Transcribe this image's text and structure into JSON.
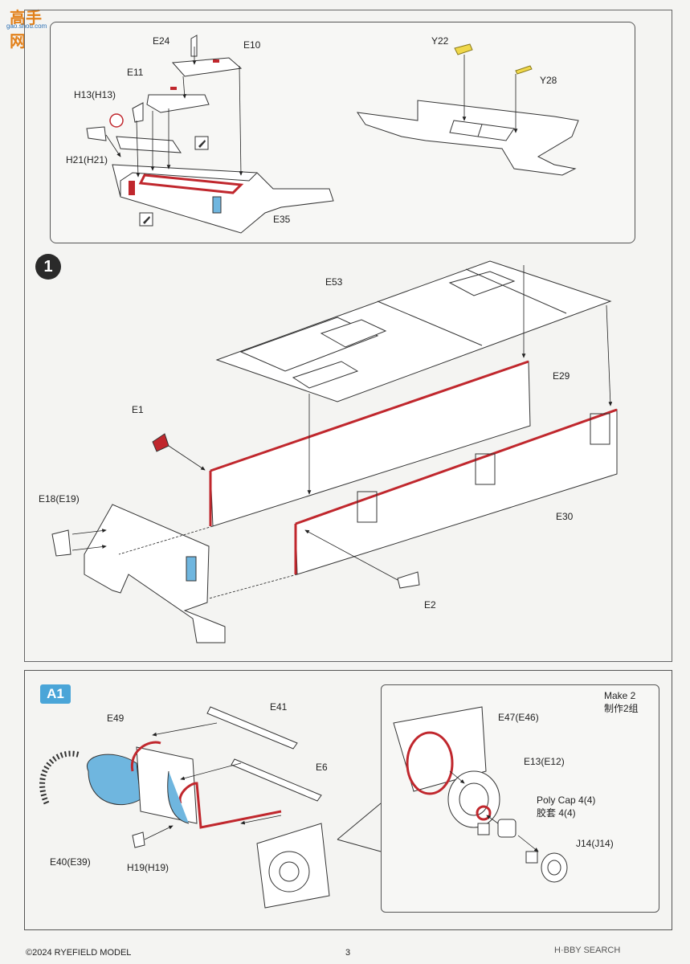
{
  "watermark": {
    "logo_text": "高手网",
    "logo_sub": "gao.shou.com"
  },
  "top_panel": {
    "labels": {
      "e24": "E24",
      "e10": "E10",
      "e11": "E11",
      "h13": "H13(H13)",
      "h21": "H21(H21)",
      "e35": "E35",
      "y22": "Y22",
      "y28": "Y28"
    }
  },
  "step1": {
    "number": "1",
    "labels": {
      "e53": "E53",
      "e29": "E29",
      "e1": "E1",
      "e18": "E18(E19)",
      "e30": "E30",
      "e2": "E2"
    }
  },
  "step_a1": {
    "badge": "A1",
    "labels": {
      "e49": "E49",
      "e41": "E41",
      "e6": "E6",
      "e40": "E40(E39)",
      "h19": "H19(H19)"
    },
    "inset": {
      "make_en": "Make 2",
      "make_cn": "制作2组",
      "e47": "E47(E46)",
      "e13": "E13(E12)",
      "poly_en": "Poly Cap 4(4)",
      "poly_cn": "胶套 4(4)",
      "j14": "J14(J14)"
    }
  },
  "footer": {
    "copyright": "©2024 RYEFIELD MODEL",
    "page": "3",
    "watermark_right": "H·BBY SEARCH"
  },
  "colors": {
    "accent_red": "#c0272d",
    "accent_blue": "#4aa5d8",
    "accent_yellow": "#f0d84a"
  }
}
